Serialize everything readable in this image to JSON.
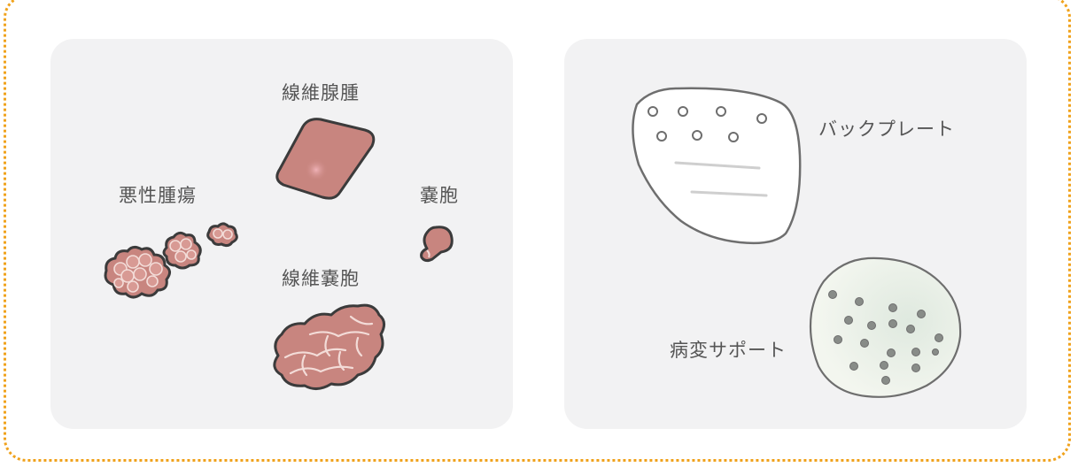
{
  "left_panel": {
    "labels": {
      "fibroadenoma": "線維腺腫",
      "malignant_tumor": "悪性腫瘍",
      "cyst": "嚢胞",
      "fibrocystic": "線維嚢胞"
    }
  },
  "right_panel": {
    "labels": {
      "backplate": "バックプレート",
      "lesion_support": "病変サポート"
    }
  },
  "colors": {
    "frame": "#f0a21c",
    "panel": "#f2f2f3",
    "tissue": "#c8857f",
    "outline": "#3b3b3b"
  }
}
